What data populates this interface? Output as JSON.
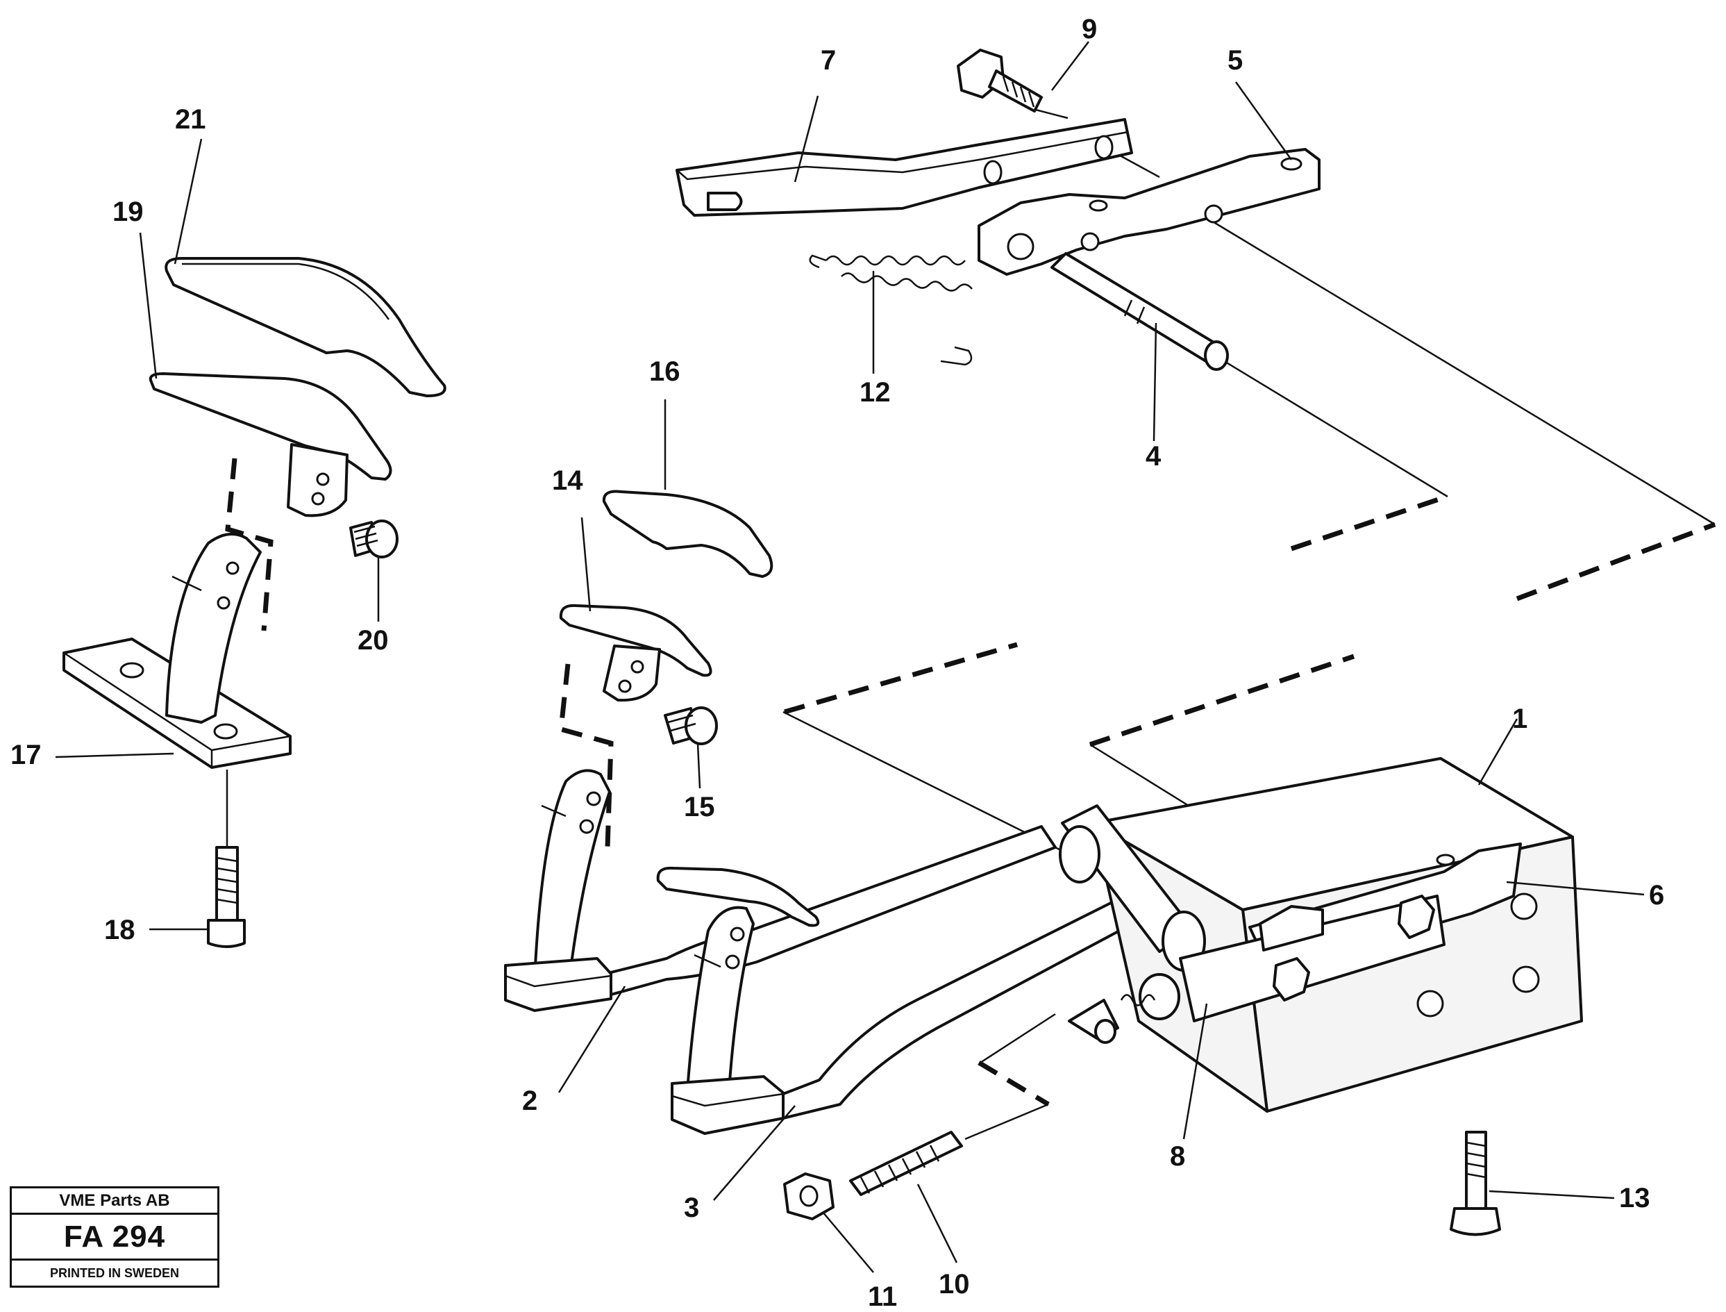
{
  "title_block": {
    "company": "VME Parts AB",
    "code": "FA 294",
    "printed": "PRINTED IN SWEDEN"
  },
  "callouts": [
    "1",
    "2",
    "3",
    "4",
    "5",
    "6",
    "7",
    "8",
    "9",
    "10",
    "11",
    "12",
    "13",
    "14",
    "15",
    "16",
    "17",
    "18",
    "19",
    "20",
    "21"
  ]
}
